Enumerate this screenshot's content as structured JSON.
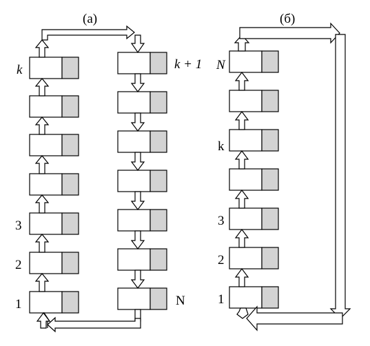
{
  "panels": {
    "a": {
      "title": "(а)",
      "left_labels": [
        "1",
        "2",
        "3",
        "k"
      ],
      "right_labels": [
        "k + 1",
        "N"
      ]
    },
    "b": {
      "title": "(б)",
      "labels": [
        "1",
        "2",
        "3",
        "k",
        "N"
      ]
    }
  }
}
